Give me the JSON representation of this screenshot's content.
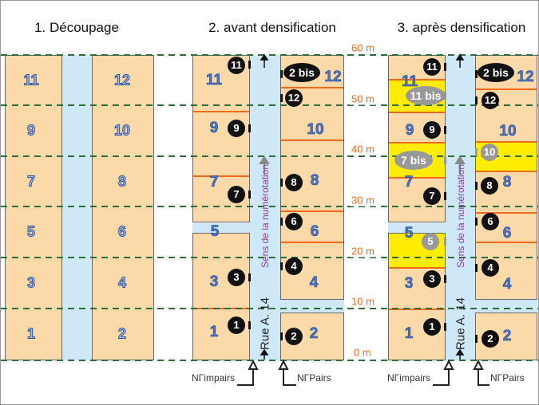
{
  "titles": [
    "1. Découpage",
    "2. avant densification",
    "3. après densification"
  ],
  "scale": [
    "60 m",
    "50 m",
    "40 m",
    "30 m",
    "20 m",
    "10 m",
    "0 m"
  ],
  "panel1": {
    "left": [
      "11",
      "9",
      "7",
      "5",
      "3",
      "1"
    ],
    "right": [
      "12",
      "10",
      "8",
      "6",
      "4",
      "2"
    ]
  },
  "panel2": {
    "left": [
      "11",
      "9",
      "7",
      "5",
      "3",
      "1"
    ],
    "right": [
      "12",
      "10",
      "8",
      "6",
      "4",
      "2"
    ],
    "markers_left": [
      "11",
      "9",
      "7",
      "3",
      "1"
    ],
    "markers_right": [
      "2 bis",
      "12",
      "8",
      "6",
      "4",
      "2"
    ]
  },
  "panel3": {
    "left": [
      "11",
      "9",
      "7",
      "5",
      "3",
      "1"
    ],
    "right": [
      "12",
      "10",
      "8",
      "6",
      "4",
      "2"
    ],
    "markers_left": [
      "11",
      "11 bis",
      "9",
      "7 bis",
      "7",
      "5",
      "3",
      "1"
    ],
    "markers_right": [
      "2 bis",
      "12",
      "10",
      "8",
      "6",
      "4",
      "2"
    ]
  },
  "street": {
    "direction": "Sens de la numérotation",
    "name": "Rue A. 14"
  },
  "footer": {
    "odd": "NΓimpairs",
    "even": "NΓPairs"
  },
  "colors": {
    "lot": "#fbd9a8",
    "street": "#cfe8f7",
    "new_lot": "#ffec00",
    "boundary": "#f06a1e",
    "grid": "#2e6b3a"
  }
}
